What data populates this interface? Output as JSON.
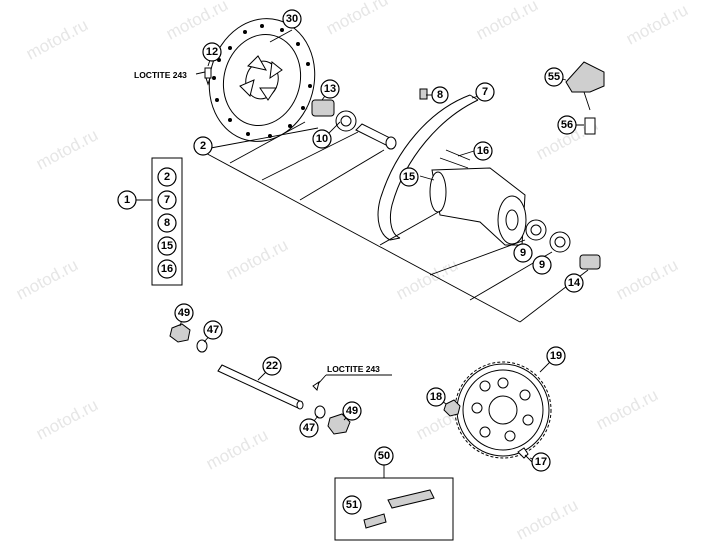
{
  "watermark": "motod.ru",
  "callouts": {
    "c30": "30",
    "c12": "12",
    "c13": "13",
    "c10": "10",
    "c2": "2",
    "c7": "7",
    "c8": "8",
    "c16": "16",
    "c15": "15",
    "c9a": "9",
    "c9b": "9",
    "c14": "14",
    "c55": "55",
    "c56": "56",
    "c1": "1",
    "kit_2": "2",
    "kit_7": "7",
    "kit_8": "8",
    "kit_15": "15",
    "kit_16": "16",
    "c49a": "49",
    "c47a": "47",
    "c22": "22",
    "c47b": "47",
    "c49b": "49",
    "c18": "18",
    "c19": "19",
    "c17": "17",
    "c50": "50",
    "c51": "51"
  },
  "loctite": {
    "top": "LOCTITE 243",
    "axle": "LOCTITE 243"
  }
}
